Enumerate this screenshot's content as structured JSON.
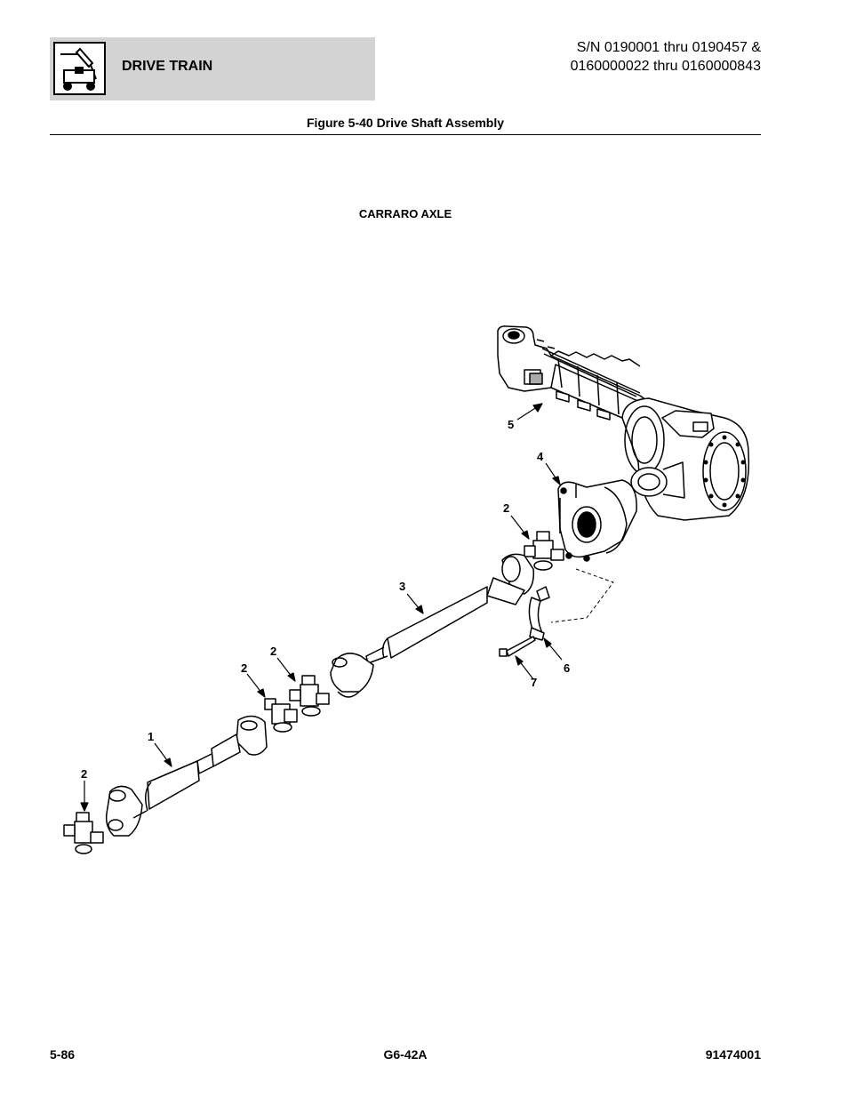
{
  "header": {
    "section": "DRIVE TRAIN",
    "serial_line1": "S/N 0190001 thru 0190457 &",
    "serial_line2": "0160000022 thru 0160000843"
  },
  "figure": {
    "title": "Figure 5-40 Drive Shaft Assembly",
    "subtitle": "CARRARO AXLE"
  },
  "callouts": [
    "1",
    "2",
    "2",
    "2",
    "2",
    "3",
    "4",
    "5",
    "6",
    "7"
  ],
  "footer": {
    "page": "5-86",
    "model": "G6-42A",
    "doc": "91474001"
  }
}
